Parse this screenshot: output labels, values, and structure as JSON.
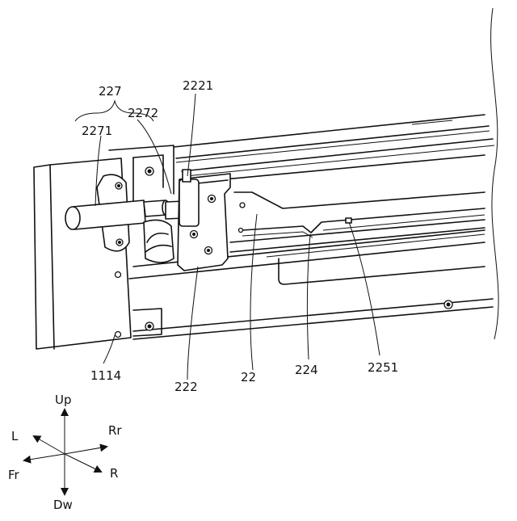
{
  "labels": {
    "group_227": "227",
    "p2271": "2271",
    "p2272": "2272",
    "p2221": "2221",
    "p1114": "1114",
    "p222": "222",
    "p22": "22",
    "p224": "224",
    "p2251": "2251"
  },
  "directions": {
    "up": "Up",
    "down": "Dw",
    "left": "L",
    "right": "R",
    "rear": "Rr",
    "front": "Fr"
  }
}
